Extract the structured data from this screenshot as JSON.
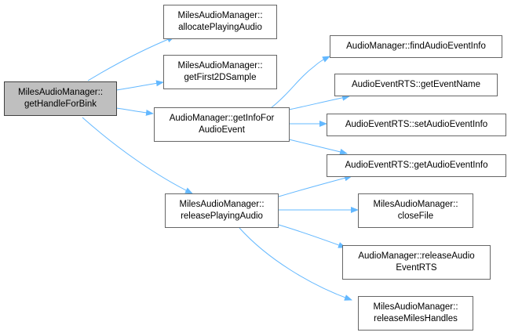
{
  "colors": {
    "edge": "#63b8ff",
    "node_border": "#666666",
    "root_fill": "#bfbfbf"
  },
  "nodes": {
    "root": {
      "line1": "MilesAudioManager::",
      "line2": "getHandleForBink"
    },
    "allocate_playing_audio": {
      "line1": "MilesAudioManager::",
      "line2": "allocatePlayingAudio"
    },
    "get_first_2d_sample": {
      "line1": "MilesAudioManager::",
      "line2": "getFirst2DSample"
    },
    "get_info_for_audio_event": {
      "line1": "AudioManager::getInfoFor",
      "line2": "AudioEvent"
    },
    "release_playing_audio": {
      "line1": "MilesAudioManager::",
      "line2": "releasePlayingAudio"
    },
    "find_audio_event_info": {
      "line1": "AudioManager::findAudioEventInfo"
    },
    "get_event_name": {
      "line1": "AudioEventRTS::getEventName"
    },
    "set_audio_event_info": {
      "line1": "AudioEventRTS::setAudioEventInfo"
    },
    "get_audio_event_info": {
      "line1": "AudioEventRTS::getAudioEventInfo"
    },
    "close_file": {
      "line1": "MilesAudioManager::",
      "line2": "closeFile"
    },
    "release_audio_event_rts": {
      "line1": "AudioManager::releaseAudio",
      "line2": "EventRTS"
    },
    "release_miles_handles": {
      "line1": "MilesAudioManager::",
      "line2": "releaseMilesHandles"
    }
  }
}
